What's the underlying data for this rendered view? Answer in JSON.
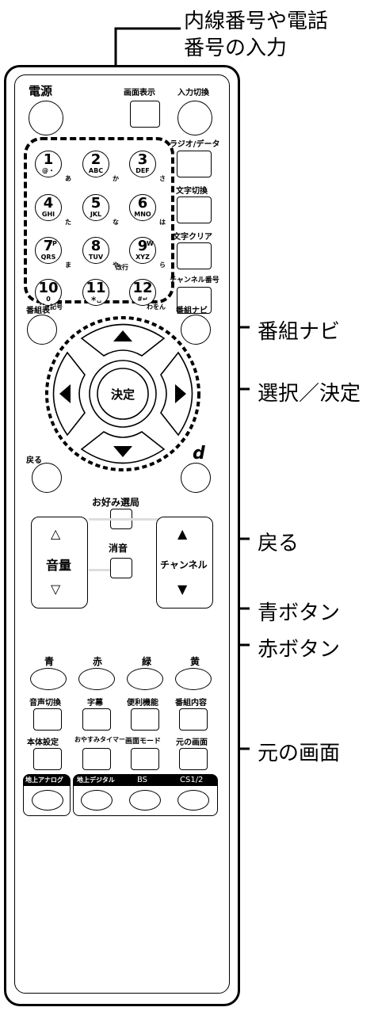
{
  "callouts": {
    "top_line1": "内線番号や電話",
    "top_line2": "番号の入力",
    "bangumi_navi": "番組ナビ",
    "select_decide": "選択／決定",
    "back": "戻る",
    "blue_button": "青ボタン",
    "red_button": "赤ボタン",
    "original_screen": "元の画面"
  },
  "top": {
    "power": "電源",
    "screen_display": "画面表示",
    "input_switch": "入力切換"
  },
  "side_labels": {
    "radio_data": "ラジオ/データ",
    "char_switch": "文字切換",
    "char_clear": "文字クリア",
    "channel_number": "チャンネル番号"
  },
  "numpad": [
    {
      "main": "1",
      "sub": "@・",
      "kana": "あ"
    },
    {
      "main": "2",
      "sub": "ABC",
      "kana": "か"
    },
    {
      "main": "3",
      "sub": "DEF",
      "kana": "さ"
    },
    {
      "main": "4",
      "sub": "GHI",
      "kana": "た"
    },
    {
      "main": "5",
      "sub": "JKL",
      "kana": "な"
    },
    {
      "main": "6",
      "sub": "MNO",
      "kana": "は"
    },
    {
      "main": "7",
      "sup": "P",
      "sub": "QRS",
      "kana": "ま"
    },
    {
      "main": "8",
      "sub": "TUV",
      "kana": "や"
    },
    {
      "main": "9",
      "sup": "W",
      "sub": "XYZ",
      "kana": "ら"
    },
    {
      "main": "10",
      "sub": "0",
      "kana": "ﾞﾟ•記号"
    },
    {
      "main": "11",
      "sub": "＊␣",
      "kana": ""
    },
    {
      "main": "12",
      "sub": "#↵",
      "kana": "わをん"
    }
  ],
  "kaigyo": "改行",
  "nav": {
    "bangumi_hyo": "番組表",
    "bangumi_navi": "番組ナビ",
    "decide": "決定",
    "back": "戻る",
    "d": "d"
  },
  "volume": {
    "favorite": "お好み選局",
    "volume": "音量",
    "mute": "消音",
    "channel": "チャンネル"
  },
  "colors": {
    "blue": "青",
    "red": "赤",
    "green": "緑",
    "yellow": "黄"
  },
  "function_row1": [
    "音声切換",
    "字幕",
    "便利機能",
    "番組内容"
  ],
  "function_row2": [
    "本体設定",
    "おやすみタイマー",
    "画面モード",
    "元の画面"
  ],
  "broadcast": {
    "analog": "地上アナログ",
    "digital": "地上デジタル",
    "bs": "BS",
    "cs": "CS1/2"
  }
}
